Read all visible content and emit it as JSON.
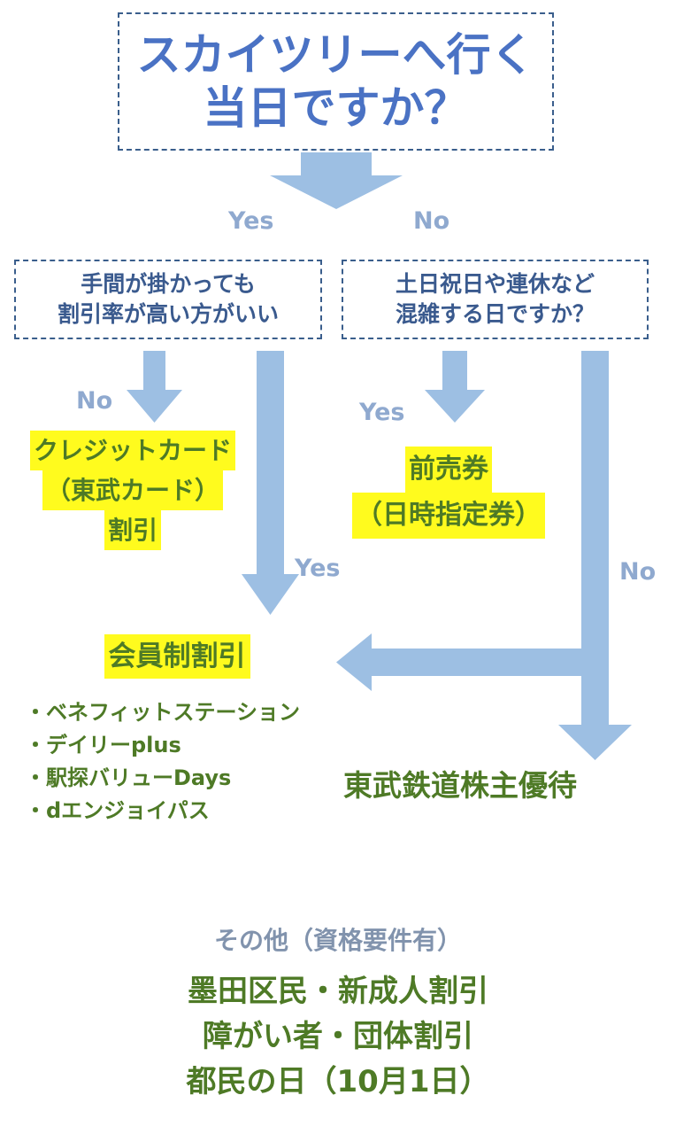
{
  "question_main": {
    "line1": "スカイツリーへ行く",
    "line2": "当日ですか？"
  },
  "labels": {
    "top_yes": "Yes",
    "top_no": "No",
    "left_no": "No",
    "left_yes": "Yes",
    "right_yes": "Yes",
    "right_no": "No"
  },
  "question_left": {
    "line1": "手間が掛かっても",
    "line2": "割引率が高い方がいい"
  },
  "question_right": {
    "line1": "土日祝日や連休など",
    "line2": "混雑する日ですか？"
  },
  "credit_card": {
    "line1": "クレジットカード",
    "line2": "（東武カード）",
    "line3": "割引"
  },
  "presale": {
    "line1": "前売券",
    "line2": "（日時指定券）"
  },
  "membership": {
    "title": "会員制割引",
    "items": [
      "・ベネフィットステーション",
      "・デイリーplus",
      "・駅探バリューDays",
      "・dエンジョイパス"
    ]
  },
  "tobu_shareholder": "東武鉄道株主優待",
  "other": {
    "title": "その他（資格要件有）",
    "items": [
      "墨田区民・新成人割引",
      "障がい者・団体割引",
      "都民の日（10月1日）"
    ]
  },
  "colors": {
    "arrow": "#9dbfe3",
    "box_border": "#3a5e8c",
    "question_text": "#4a72c4",
    "result_text": "#4e7a26",
    "highlight": "#fffb1e",
    "label_text": "#8fa9cf",
    "other_title": "#8193ad"
  }
}
